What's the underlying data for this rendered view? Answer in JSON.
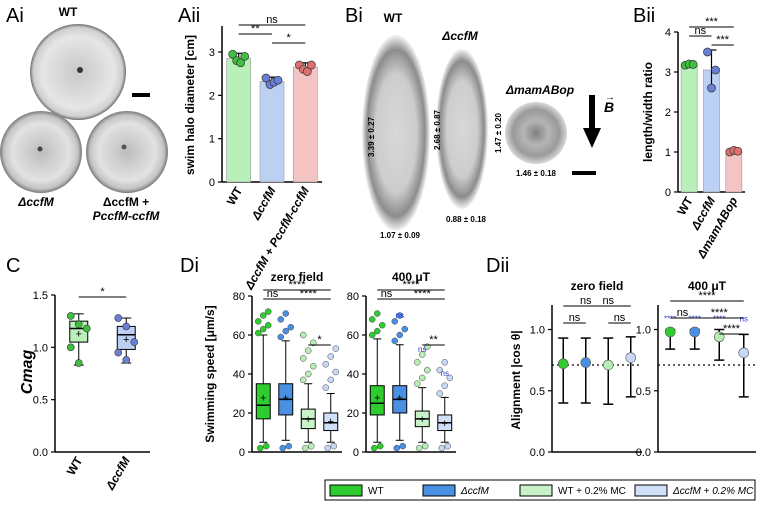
{
  "panels": {
    "ai": {
      "label": "Ai",
      "wt": "WT",
      "mut": "ΔccfM",
      "comp1": "ΔccfM +",
      "comp2": "PccfM-ccfM"
    },
    "aii": {
      "label": "Aii"
    },
    "bi": {
      "label": "Bi",
      "wt": "WT",
      "mut": "ΔccfM",
      "mam": "ΔmamABop",
      "field": "B",
      "m_wt_len": "3.39 ± 0.27",
      "m_wt_wid": "1.07 ± 0.09",
      "m_mut_len": "2.68 ± 0.87",
      "m_mut_wid": "0.88 ± 0.18",
      "m_mam_len": "1.47 ± 0.20",
      "m_mam_wid": "1.46 ± 0.18"
    },
    "bii": {
      "label": "Bii"
    },
    "c": {
      "label": "C"
    },
    "di": {
      "label": "Di"
    },
    "dii": {
      "label": "Dii"
    }
  },
  "legend": {
    "items": [
      {
        "label": "WT",
        "color": "#2ecc2e"
      },
      {
        "label": "ΔccfM",
        "color": "#4a90e2"
      },
      {
        "label": "WT + 0.2% MC",
        "color": "#c8f2c8"
      },
      {
        "label": "ΔccfM + 0.2% MC",
        "color": "#cfe0f7"
      }
    ]
  },
  "colors": {
    "wt": "#b9efb9",
    "wt_dot": "#3fbf3f",
    "mut": "#bcd0f3",
    "mut_dot": "#6a7fd6",
    "comp": "#f4c4c4",
    "comp_dot": "#e07070"
  },
  "chart_data": [
    {
      "id": "aii",
      "type": "bar",
      "ylabel": "swim halo diameter [cm]",
      "categories": [
        "WT",
        "ΔccfM",
        "ΔccfM + PccfM-ccfM"
      ],
      "values": [
        2.85,
        2.32,
        2.65
      ],
      "errors": [
        0.12,
        0.1,
        0.1
      ],
      "ylim": [
        0,
        3.6
      ],
      "yticks": [
        0,
        1,
        2,
        3
      ],
      "points": [
        [
          2.95,
          2.8,
          2.75,
          2.9
        ],
        [
          2.4,
          2.25,
          2.3,
          2.35
        ],
        [
          2.7,
          2.6,
          2.55,
          2.7
        ]
      ],
      "sig": [
        {
          "a": 0,
          "b": 2,
          "text": "ns"
        },
        {
          "a": 0,
          "b": 1,
          "text": "**"
        },
        {
          "a": 1,
          "b": 2,
          "text": "*"
        }
      ]
    },
    {
      "id": "bii",
      "type": "bar",
      "ylabel": "length/width ratio",
      "categories": [
        "WT",
        "ΔccfM",
        "ΔmamABop"
      ],
      "values": [
        3.18,
        3.05,
        1.02
      ],
      "errors": [
        0.04,
        0.5,
        0.04
      ],
      "ylim": [
        0,
        4
      ],
      "yticks": [
        0,
        1,
        2,
        3,
        4
      ],
      "points": [
        [
          3.17,
          3.2,
          3.19
        ],
        [
          3.5,
          2.6,
          3.05
        ],
        [
          1.0,
          1.04,
          1.02
        ]
      ],
      "sig": [
        {
          "a": 0,
          "b": 2,
          "text": "***"
        },
        {
          "a": 0,
          "b": 1,
          "text": "ns"
        },
        {
          "a": 1,
          "b": 2,
          "text": "***"
        }
      ]
    },
    {
      "id": "c",
      "type": "box",
      "ylabel": "Cmag",
      "categories": [
        "WT",
        "ΔccfM"
      ],
      "ylim": [
        0,
        1.5
      ],
      "yticks": [
        0.0,
        0.5,
        1.0,
        1.5
      ],
      "boxes": [
        {
          "min": 0.83,
          "q1": 1.05,
          "med": 1.18,
          "q3": 1.25,
          "max": 1.32,
          "mean": 1.13
        },
        {
          "min": 0.85,
          "q1": 0.98,
          "med": 1.12,
          "q3": 1.2,
          "max": 1.28,
          "mean": 1.08
        }
      ],
      "points": [
        [
          1.3,
          1.22,
          1.18,
          1.0,
          0.85
        ],
        [
          1.28,
          1.2,
          1.05,
          0.95,
          0.88
        ]
      ],
      "sig": [
        {
          "a": 0,
          "b": 1,
          "text": "*"
        }
      ]
    },
    {
      "id": "di_zero",
      "type": "box",
      "title": "zero field",
      "ylabel": "Swimming speed [μm/s]",
      "ylim": [
        0,
        80
      ],
      "yticks": [
        0,
        20,
        40,
        60,
        80
      ],
      "boxes": [
        {
          "min": 5,
          "q1": 17,
          "med": 24,
          "q3": 35,
          "max": 60,
          "mean": 28
        },
        {
          "min": 6,
          "q1": 19,
          "med": 27,
          "q3": 35,
          "max": 57,
          "mean": 28
        },
        {
          "min": 5,
          "q1": 12,
          "med": 17,
          "q3": 22,
          "max": 35,
          "mean": 17
        },
        {
          "min": 5,
          "q1": 11,
          "med": 15,
          "q3": 20,
          "max": 30,
          "mean": 16
        }
      ],
      "outliers": [
        [
          61,
          63,
          65,
          67,
          70,
          72
        ],
        [
          59,
          62,
          64,
          68,
          71
        ],
        [
          37,
          40,
          44,
          48,
          52,
          56,
          60
        ],
        [
          33,
          37,
          41,
          45,
          49,
          53
        ]
      ],
      "sig": [
        {
          "a": 0,
          "b": 3,
          "text": "****"
        },
        {
          "a": 0,
          "b": 1,
          "text": "ns"
        },
        {
          "a": 1,
          "b": 3,
          "text": "****"
        },
        {
          "a": 2,
          "b": 3,
          "text": "*"
        }
      ]
    },
    {
      "id": "di_field",
      "type": "box",
      "title": "400 μT",
      "ylim": [
        0,
        80
      ],
      "yticks": [
        0,
        20,
        40,
        60,
        80
      ],
      "boxes": [
        {
          "min": 5,
          "q1": 19,
          "med": 25,
          "q3": 34,
          "max": 58,
          "mean": 28
        },
        {
          "min": 6,
          "q1": 20,
          "med": 27,
          "q3": 34,
          "max": 55,
          "mean": 28
        },
        {
          "min": 5,
          "q1": 13,
          "med": 17,
          "q3": 21,
          "max": 33,
          "mean": 17
        },
        {
          "min": 5,
          "q1": 11,
          "med": 15,
          "q3": 19,
          "max": 28,
          "mean": 15
        }
      ],
      "outliers": [
        [
          60,
          62,
          65,
          68,
          71
        ],
        [
          57,
          60,
          63,
          67,
          70
        ],
        [
          35,
          38,
          42,
          46,
          50,
          54
        ],
        [
          30,
          34,
          38,
          42,
          46
        ]
      ],
      "sig": [
        {
          "a": 0,
          "b": 3,
          "text": "****"
        },
        {
          "a": 0,
          "b": 1,
          "text": "ns"
        },
        {
          "a": 1,
          "b": 3,
          "text": "****"
        },
        {
          "a": 2,
          "b": 3,
          "text": "**"
        }
      ],
      "ns_marks": [
        1,
        2,
        3
      ]
    },
    {
      "id": "dii_zero",
      "type": "scatter",
      "title": "zero field",
      "ylabel": "Alignment |cos θ|",
      "ylim": [
        0,
        1.2
      ],
      "yticks": [
        0.0,
        0.5,
        1.0
      ],
      "means": [
        0.72,
        0.73,
        0.71,
        0.77
      ],
      "lower": [
        0.4,
        0.4,
        0.39,
        0.45
      ],
      "upper": [
        0.93,
        0.93,
        0.93,
        0.94
      ],
      "ref": 0.71,
      "sig": [
        {
          "a": 0,
          "b": 2,
          "text": "ns"
        },
        {
          "a": 1,
          "b": 3,
          "text": "ns"
        },
        {
          "a": 0,
          "b": 1,
          "text": "ns"
        },
        {
          "a": 2,
          "b": 3,
          "text": "ns"
        }
      ]
    },
    {
      "id": "dii_field",
      "type": "scatter",
      "title": "400 μT",
      "ylim": [
        0,
        1.2
      ],
      "yticks": [
        0.0,
        0.5,
        1.0
      ],
      "means": [
        0.98,
        0.98,
        0.94,
        0.81
      ],
      "lower": [
        0.84,
        0.84,
        0.75,
        0.45
      ],
      "upper": [
        1.0,
        1.0,
        1.0,
        0.96
      ],
      "ref": 0.71,
      "sig": [
        {
          "a": 0,
          "b": 3,
          "text": "****"
        },
        {
          "a": 0,
          "b": 1,
          "text": "ns"
        },
        {
          "a": 1,
          "b": 3,
          "text": "****"
        },
        {
          "a": 2,
          "b": 3,
          "text": "****"
        }
      ],
      "stars": [
        "****",
        "****",
        "****",
        "ns"
      ]
    }
  ]
}
